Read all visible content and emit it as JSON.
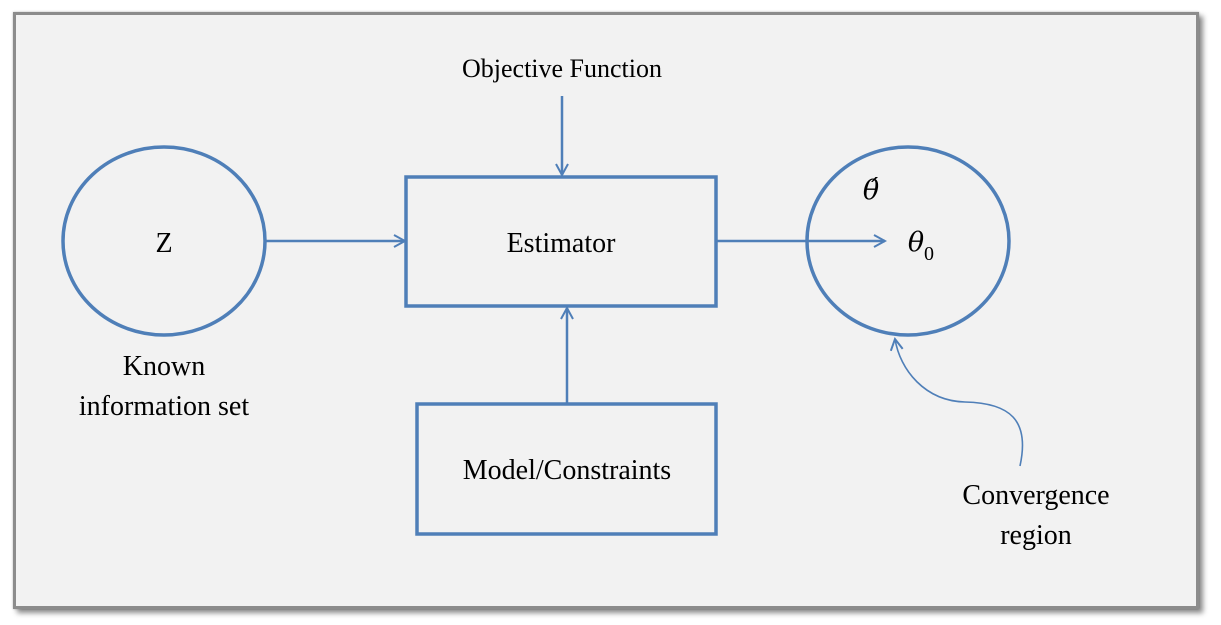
{
  "diagram": {
    "top_label": "Objective Function",
    "left_node": "Z",
    "left_caption": [
      "Known",
      "information set"
    ],
    "center_box": "Estimator",
    "bottom_box": "Model/Constraints",
    "right_node_estimate": "θ́",
    "right_node_target_symbol": "θ",
    "right_node_target_subscript": "0",
    "right_caption": [
      "Convergence",
      "region"
    ]
  },
  "colors": {
    "stroke": "#4f7fb8",
    "background": "#f2f2f2",
    "frame": "#8c8c8c"
  }
}
